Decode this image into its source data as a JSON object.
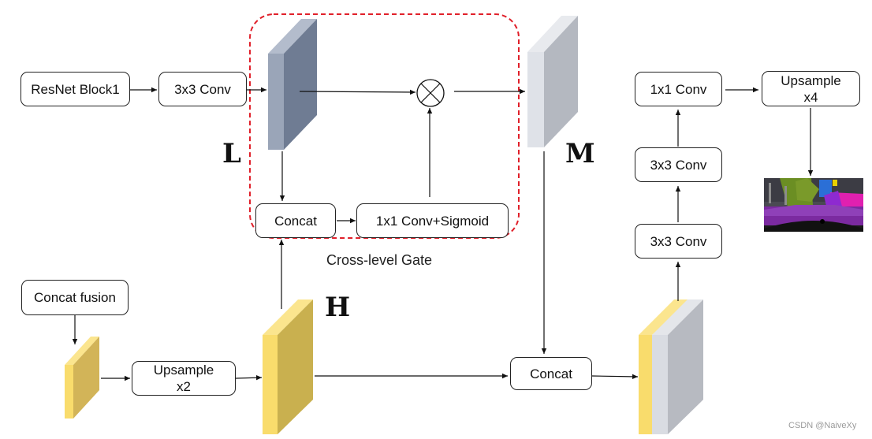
{
  "nodes": {
    "resnet_block1": "ResNet Block1",
    "conv3x3_top": "3x3 Conv",
    "concat_gate": "Concat",
    "conv1x1_sigmoid": "1x1 Conv+Sigmoid",
    "concat_fusion": "Concat fusion",
    "upsample_x2": [
      "Upsample",
      "x2"
    ],
    "concat_bottom": "Concat",
    "conv3x3_a": "3x3 Conv",
    "conv3x3_b": "3x3 Conv",
    "conv1x1": "1x1 Conv",
    "upsample_x4": [
      "Upsample",
      "x4"
    ]
  },
  "labels": {
    "L": "L",
    "M": "M",
    "H": "H",
    "gate_caption": "Cross-level Gate",
    "multiply_symbol": "⊗"
  },
  "watermark": "CSDN @NaiveXy",
  "colors": {
    "gate_border": "#e0202a",
    "feature_L": "#6f7c93",
    "feature_M": "#b4b8c0",
    "feature_H": "#c9b04f",
    "feature_yellow_face": "#f9dc6c"
  }
}
